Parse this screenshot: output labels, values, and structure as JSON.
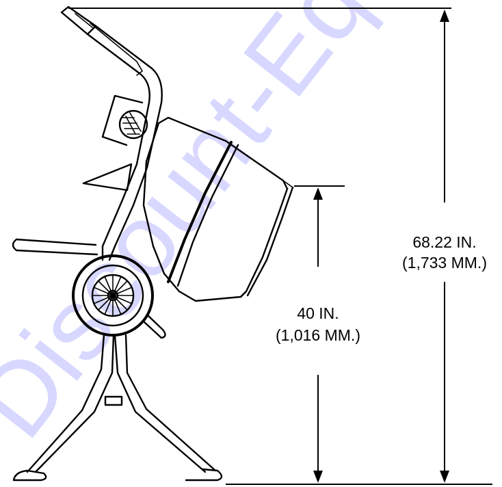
{
  "watermark": {
    "text": "Discount-Equ",
    "color": "#4d4dff"
  },
  "dimensions": {
    "overall_height": {
      "value": "68.22 IN.",
      "metric": "(1,733 MM.)"
    },
    "drum_height": {
      "value": "40 IN.",
      "metric": "(1,016 MM.)"
    }
  },
  "colors": {
    "line": "#000000",
    "background": "#ffffff"
  }
}
